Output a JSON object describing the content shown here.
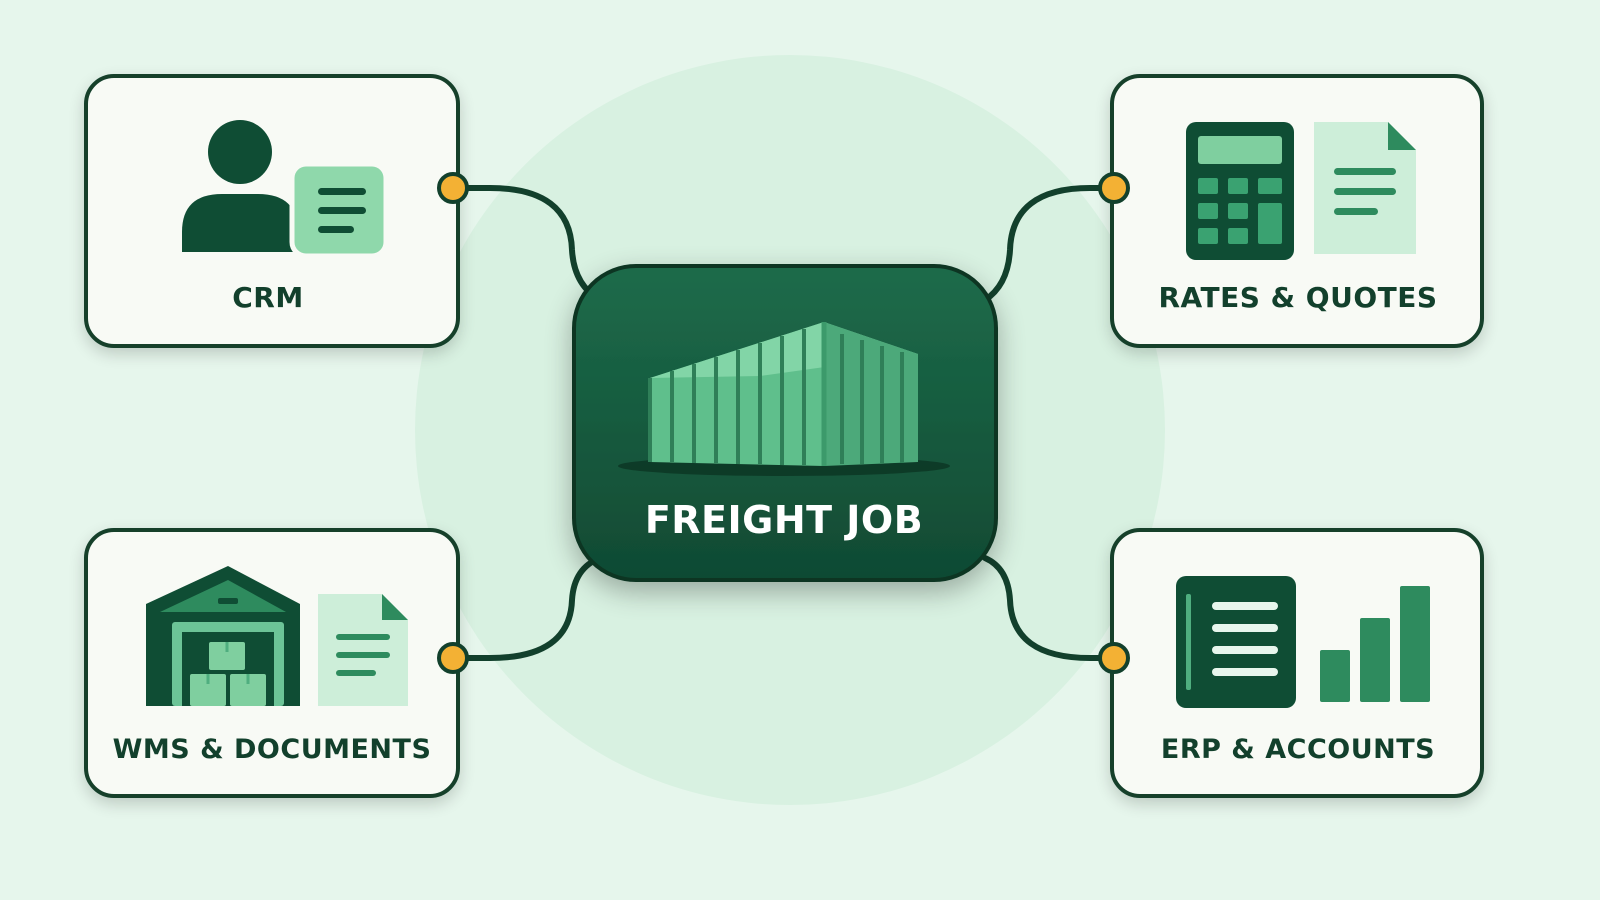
{
  "center": {
    "label": "FREIGHT JOB",
    "icon": "shipping-container-icon"
  },
  "nodes": [
    {
      "key": "crm",
      "label": "CRM",
      "icon": "customer-profile-icon"
    },
    {
      "key": "rates",
      "label": "RATES & QUOTES",
      "icon": "calculator-document-icon"
    },
    {
      "key": "wms",
      "label": "WMS & DOCUMENTS",
      "icon": "warehouse-document-icon"
    },
    {
      "key": "erp",
      "label": "ERP & ACCOUNTS",
      "icon": "ledger-bar-chart-icon"
    }
  ],
  "colors": {
    "background": "#e6f6ec",
    "halo": "#d7f0e0",
    "dark_green": "#0f4d34",
    "center_fill": "#165c40",
    "mid_green": "#2e8b5e",
    "light_green": "#7fcf9f",
    "pale_green": "#c6ebd3",
    "card_fill": "#f8faf5",
    "connector_dot": "#f3b134"
  }
}
